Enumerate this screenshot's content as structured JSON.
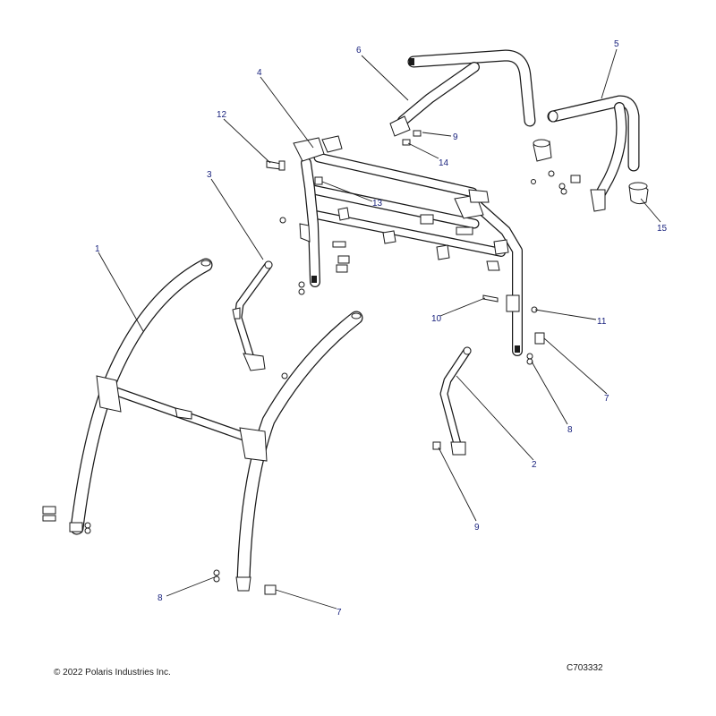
{
  "callouts": [
    "1",
    "2",
    "3",
    "4",
    "5",
    "6",
    "7",
    "7",
    "8",
    "8",
    "9",
    "9",
    "10",
    "11",
    "12",
    "13",
    "14",
    "15"
  ],
  "footer": {
    "copyright": "© 2022 Polaris Industries Inc.",
    "drawing_number": "C703332"
  }
}
